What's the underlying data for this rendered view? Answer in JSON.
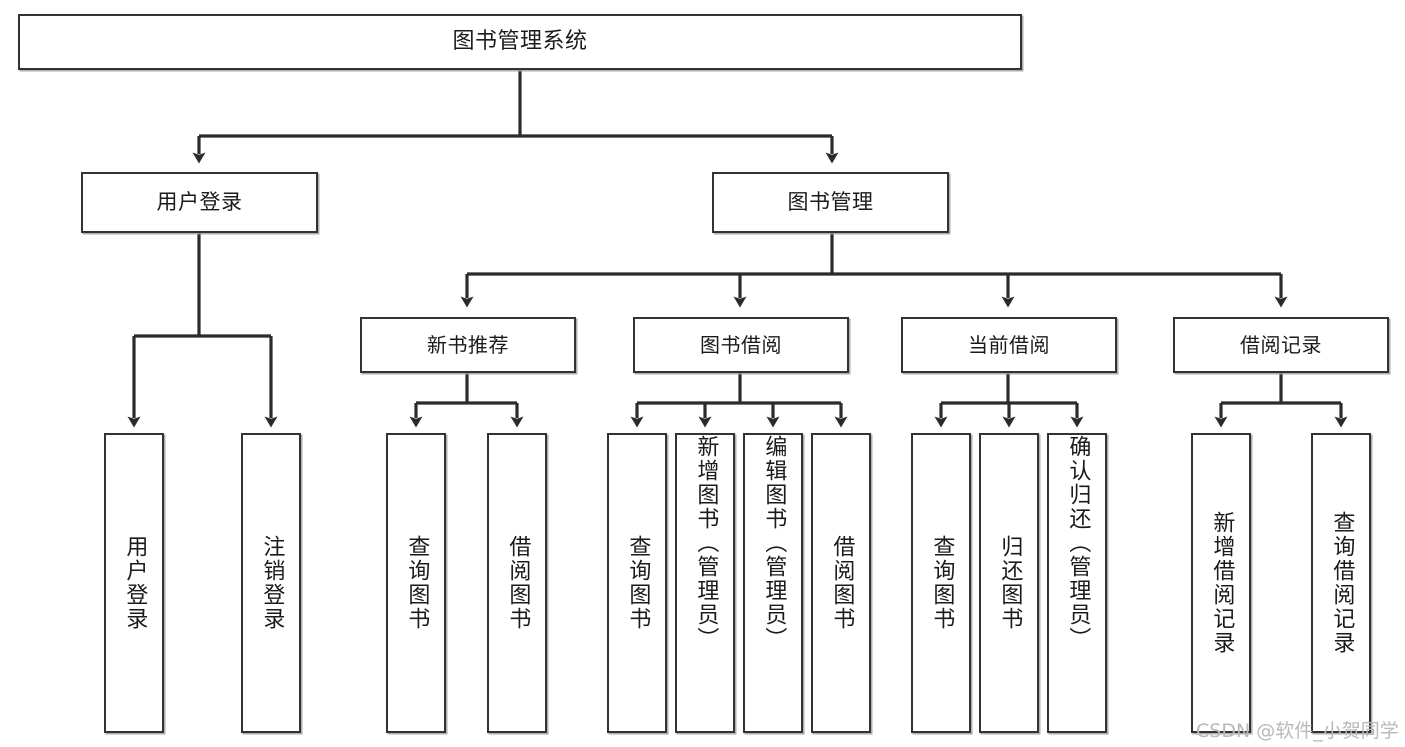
{
  "diagram": {
    "title": "图书管理系统",
    "type": "tree-hierarchy-diagram",
    "watermark": "CSDN @软件_小贺同学",
    "colors": {
      "background": "#ffffff",
      "box_border": "#333333",
      "box_fill": "#ffffff",
      "edge": "#2b2b2b",
      "text": "#1b1b1b",
      "watermark": "#b9b9b9"
    },
    "nodes": {
      "root": {
        "label": "图书管理系统"
      },
      "level1": [
        {
          "label": "用户登录"
        },
        {
          "label": "图书管理"
        }
      ],
      "level2": [
        {
          "label": "新书推荐"
        },
        {
          "label": "图书借阅"
        },
        {
          "label": "当前借阅"
        },
        {
          "label": "借阅记录"
        }
      ],
      "leaves": {
        "user_login": [
          {
            "label": "用户登录"
          },
          {
            "label": "注销登录"
          }
        ],
        "new_book_recommend": [
          {
            "label": "查询图书"
          },
          {
            "label": "借阅图书"
          }
        ],
        "book_borrow": [
          {
            "label": "查询图书"
          },
          {
            "label": "新增图书（管理员）"
          },
          {
            "label": "编辑图书（管理员）"
          },
          {
            "label": "借阅图书"
          }
        ],
        "current_borrow": [
          {
            "label": "查询图书"
          },
          {
            "label": "归还图书"
          },
          {
            "label": "确认归还（管理员）"
          }
        ],
        "borrow_record": [
          {
            "label": "新增借阅记录"
          },
          {
            "label": "查询借阅记录"
          }
        ]
      }
    }
  }
}
